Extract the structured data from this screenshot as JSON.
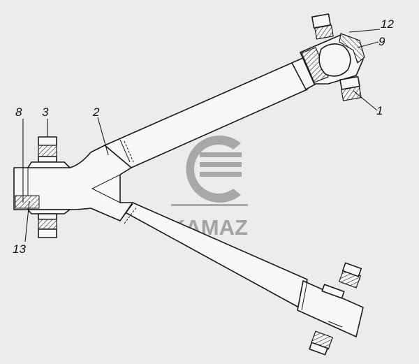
{
  "callouts": {
    "c1": "1",
    "c2": "2",
    "c3": "3",
    "c8": "8",
    "c9": "9",
    "c12": "12",
    "c13": "13"
  },
  "watermark": {
    "text": "KAMAZ",
    "color": "#a3a3a3"
  },
  "colors": {
    "background": "#ececec",
    "line": "#1a1a1a",
    "part_fill": "#f7f7f7"
  }
}
